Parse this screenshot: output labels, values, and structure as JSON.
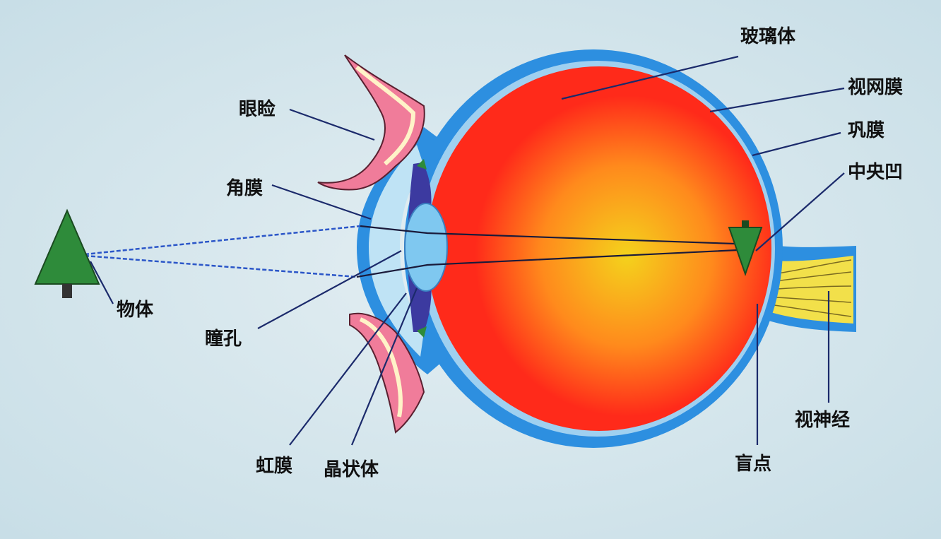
{
  "labels": {
    "vitreous": "玻璃体",
    "retina": "视网膜",
    "sclera": "巩膜",
    "fovea": "中央凹",
    "eyelid": "眼睑",
    "cornea": "角膜",
    "object": "物体",
    "pupil": "瞳孔",
    "iris": "虹膜",
    "lens": "晶状体",
    "blind_spot": "盲点",
    "optic_nerve": "视神经"
  },
  "colors": {
    "background": "#cfe3ea",
    "sclera": "#2d8fe0",
    "eyeball_outer": "#ff2a1a",
    "eyeball_inner": "#f4d21c",
    "lens": "#7fc8f0",
    "tree": "#2e8b3a",
    "eyelid": "#f07c9a",
    "optic_nerve": "#f2e04a",
    "leader_line": "#1b2a6b"
  }
}
